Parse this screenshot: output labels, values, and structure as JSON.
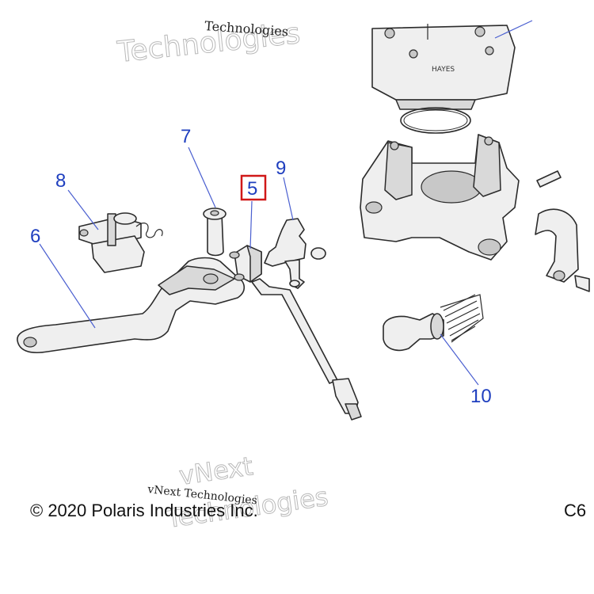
{
  "callouts": {
    "c5": "5",
    "c6": "6",
    "c7": "7",
    "c8": "8",
    "c9": "9",
    "c10": "10"
  },
  "highlighted_callout": "5",
  "housing_brand": "HAYES",
  "watermarks": {
    "top_serif": "Technologies",
    "top_outline": "Technologies",
    "bottom_serif": "vNext Technologies",
    "bottom_outline_1": "vNext",
    "bottom_outline_2": "Technologies"
  },
  "footer": {
    "copyright": "© 2020 Polaris Industries Inc.",
    "page_code": "C6"
  },
  "colors": {
    "callout_text": "#1f3fbf",
    "highlight_box": "#d01818"
  }
}
